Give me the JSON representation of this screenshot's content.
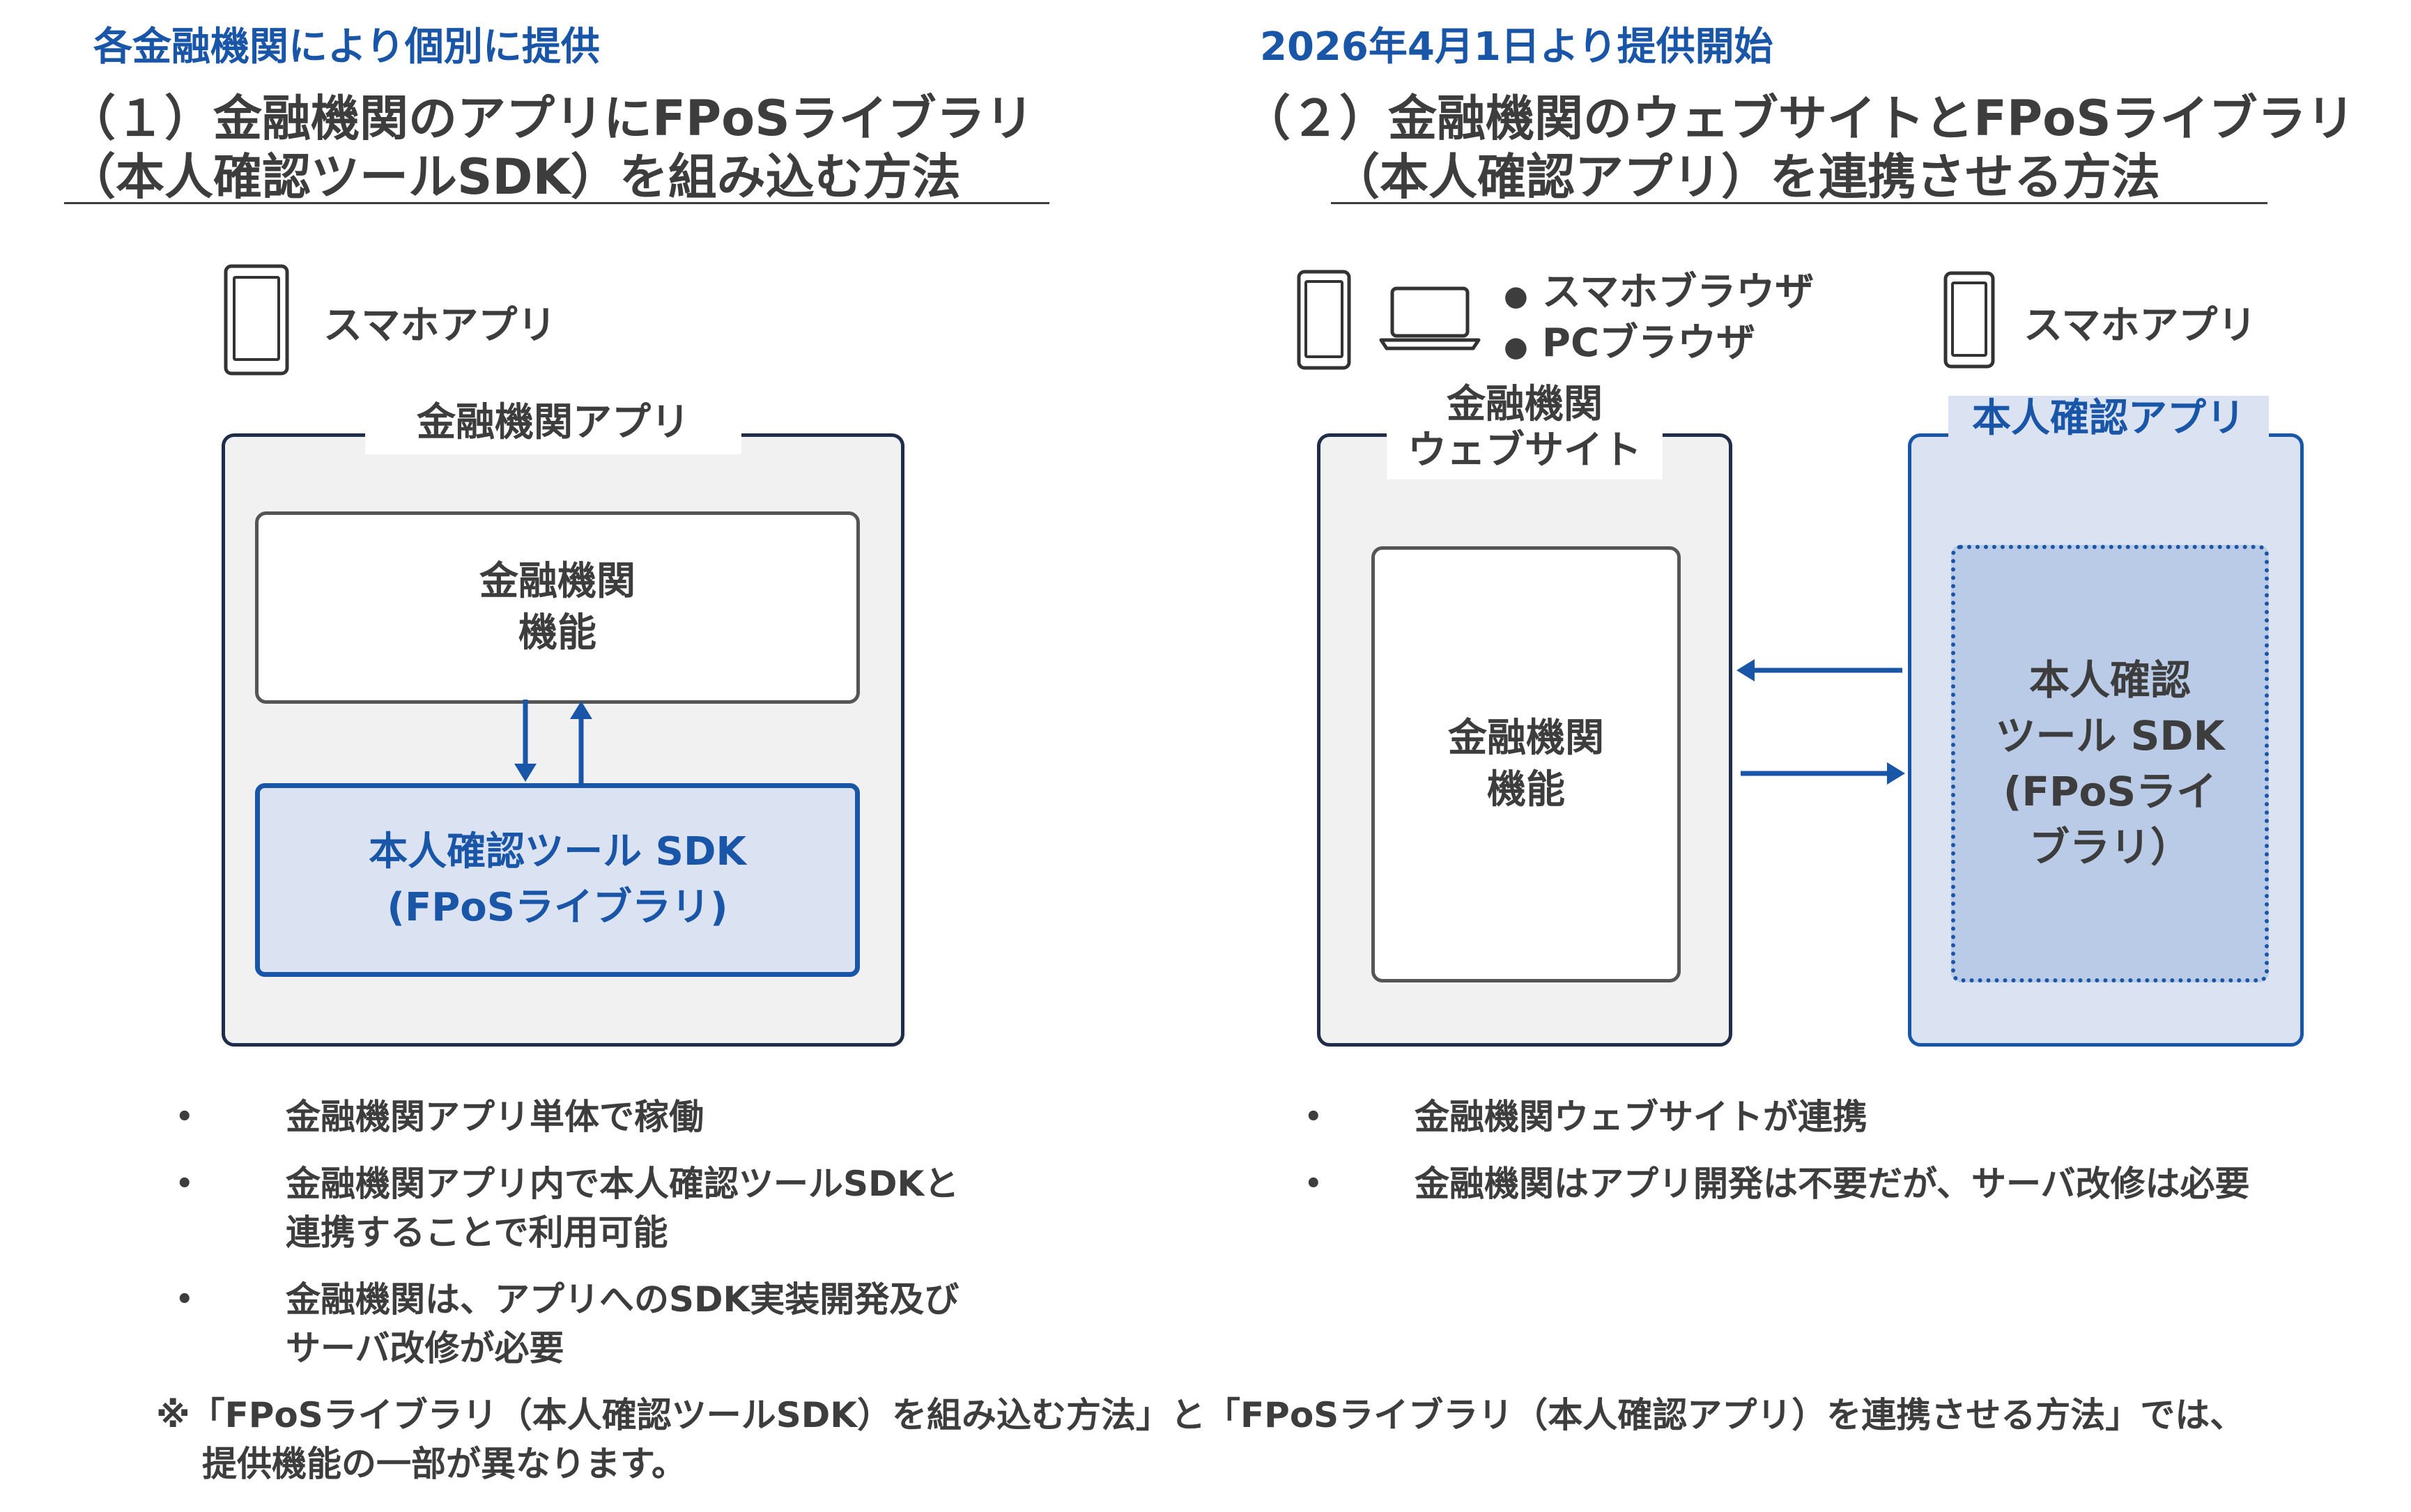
{
  "left": {
    "eyebrow": "各金融機関により個別に提供",
    "heading_line1": "（１）金融機関のアプリにFPoSライブラリ",
    "heading_line2": "（本人確認ツールSDK）を組み込む方法",
    "device_label": "スマホアプリ",
    "app_box_title": "金融機関アプリ",
    "function_box": {
      "line1": "金融機関",
      "line2": "機能"
    },
    "sdk_box": {
      "line1": "本人確認ツール SDK",
      "line2": "(FPoSライブラリ)"
    },
    "bullets": [
      {
        "line1": "金融機関アプリ単体で稼働",
        "line2": ""
      },
      {
        "line1": "金融機関アプリ内で本人確認ツールSDKと",
        "line2": "連携することで利用可能"
      },
      {
        "line1": "金融機関は、アプリへのSDK実装開発及び",
        "line2": "サーバ改修が必要"
      }
    ]
  },
  "right": {
    "eyebrow": "2026年4月1日より提供開始",
    "heading_line1": "（２）金融機関のウェブサイトとFPoSライブラリ",
    "heading_line2": "（本人確認アプリ）を連携させる方法",
    "browser_items": [
      "スマホブラウザ",
      "PCブラウザ"
    ],
    "device_label": "スマホアプリ",
    "website_box_title": {
      "line1": "金融機関",
      "line2": "ウェブサイト"
    },
    "function_box": {
      "line1": "金融機関",
      "line2": "機能"
    },
    "id_app_box_title": "本人確認アプリ",
    "sdk_box": {
      "line1": "本人確認",
      "line2": "ツール SDK",
      "line3": "(FPoSライ",
      "line4": "ブラリ）"
    },
    "bullets": [
      "金融機関ウェブサイトが連携",
      "金融機関はアプリ開発は不要だが、サーバ改修は必要"
    ]
  },
  "footnote": {
    "line1": "※「FPoSライブラリ（本人確認ツールSDK）を組み込む方法」と「FPoSライブラリ（本人確認アプリ）を連携させる方法」では、",
    "line2": "提供機能の一部が異なります。"
  },
  "bullet_symbol": "•",
  "browser_bullet_symbol": "●",
  "icons": [
    "smartphone-icon",
    "laptop-icon",
    "arrow-down-icon",
    "arrow-up-icon",
    "arrow-left-icon",
    "arrow-right-icon"
  ],
  "colors": {
    "accent": "#1a56a8",
    "dark_border": "#1f2d4a",
    "light_blue": "#dbe3f3",
    "mid_blue": "#b9cbe6",
    "box_gray": "#f1f1f1"
  }
}
